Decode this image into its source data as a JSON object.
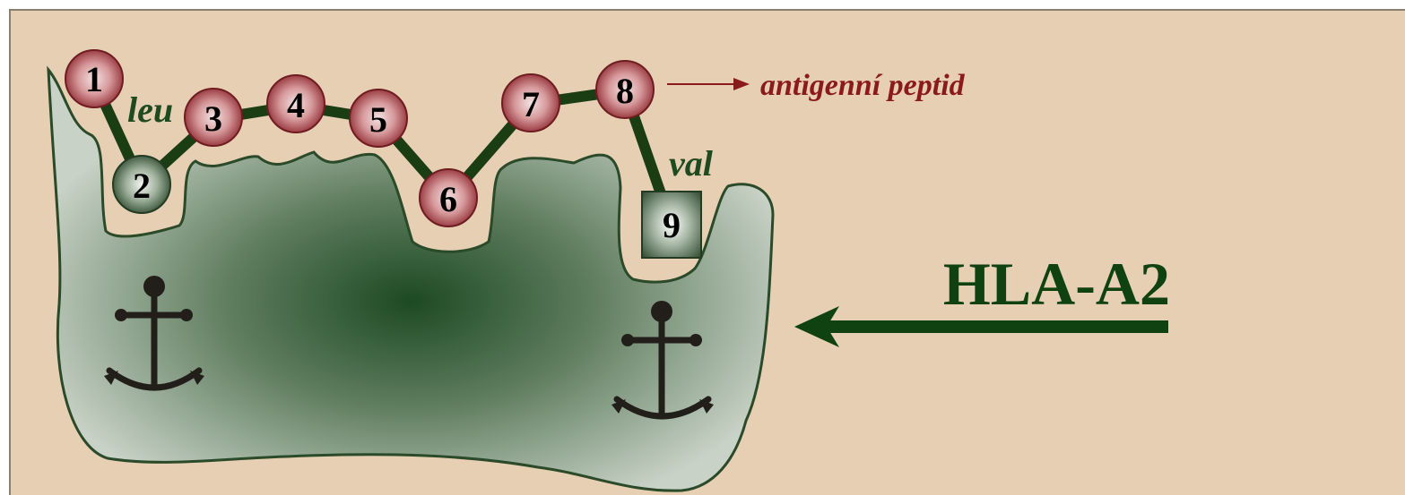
{
  "diagram": {
    "title": "HLA-A2",
    "peptide_label": "antigenní peptid",
    "anchor_labels": {
      "pos2": "leu",
      "pos9": "val"
    },
    "residues": [
      "1",
      "2",
      "3",
      "4",
      "5",
      "6",
      "7",
      "8",
      "9"
    ],
    "anchor_residues": [
      "2",
      "9"
    ],
    "icons": [
      "anchor-icon",
      "anchor-icon"
    ],
    "colors": {
      "background": "#e6cfb2",
      "groove_fill": "#c6d0c5",
      "groove_center": "#1d4a22",
      "chain": "#1a3d14",
      "residue": "#a8363c",
      "title": "#0f4210",
      "peptide_label": "#8b1a1a"
    }
  }
}
